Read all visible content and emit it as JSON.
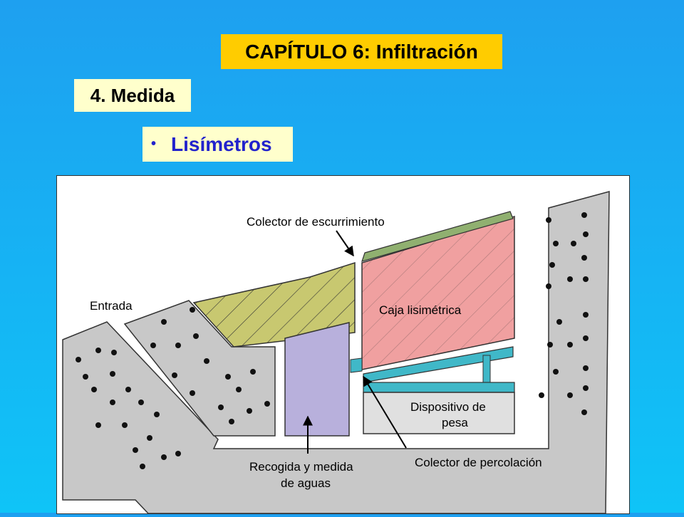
{
  "slide": {
    "title": "CAPÍTULO 6: Infiltración",
    "section": "4. Medida",
    "bullet": "Lisímetros"
  },
  "diagram": {
    "labels": {
      "runoff_collector": "Colector de escurrimiento",
      "inlet": "Entrada",
      "lysimeter_box": "Caja lisimétrica",
      "weighing_device_1": "Dispositivo de",
      "weighing_device_2": "pesa",
      "water_collection_1": "Recogida y medida",
      "water_collection_2": "de aguas",
      "percolation_collector": "Colector de percolación"
    },
    "colors": {
      "soil": "#c8c8c8",
      "runoff_fill": "#c8c870",
      "lysimeter_fill": "#f0a0a0",
      "collection_tank": "#b8b0dc",
      "scale_beam": "#40b8c8",
      "weighing_box": "#e0e0e0",
      "top_strip": "#90b070"
    }
  }
}
